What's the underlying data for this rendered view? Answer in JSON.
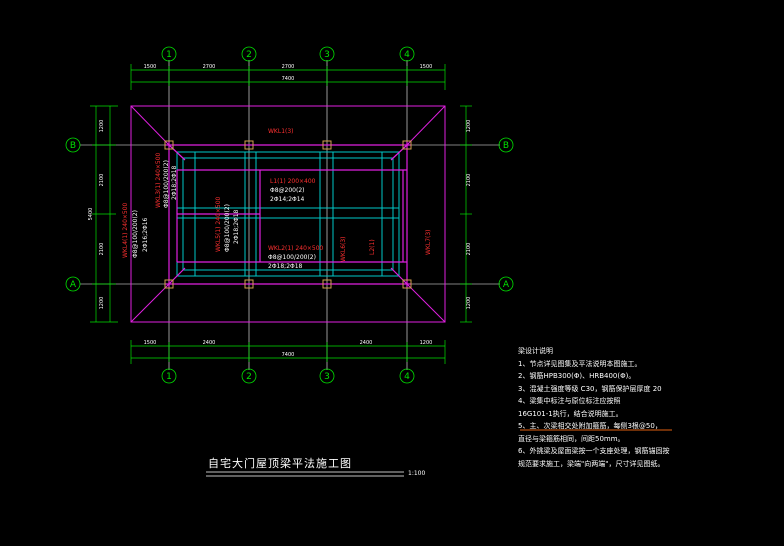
{
  "drawing": {
    "title": "自宅大门屋顶梁平法施工图",
    "scale": "1:100"
  },
  "axes": {
    "numbers": [
      "1",
      "2",
      "3",
      "4"
    ],
    "letters": [
      "A",
      "B"
    ]
  },
  "dimensions": {
    "top": [
      "1500",
      "2700",
      "2700",
      "1500"
    ],
    "top_total": "7400",
    "bottom": [
      "1500",
      "2400",
      "2400",
      "1200"
    ],
    "bottom_total": "7400",
    "left": [
      "1200",
      "2100",
      "2100",
      "1200"
    ],
    "left_total": "5400",
    "right": [
      "1200",
      "2100",
      "2100",
      "1200"
    ]
  },
  "beam_labels": {
    "wkl1": "WKL1(3)",
    "l1_top": "L1(1) 200×400",
    "l1_stirrup": "Φ8@200(2)",
    "l1_bars": "2Φ14;2Φ14",
    "wkl2": "WKL2(1) 240×500",
    "wkl2_stirrup": "Φ8@100/200(2)",
    "wkl2_bars": "2Φ18;2Φ18",
    "vert1": "WKL3(1) 240×500",
    "vert1_stirrup": "Φ8@100/200(2)",
    "vert1_bars": "2Φ18;2Φ18",
    "vert2": "WKL4(1) 240×500",
    "vert2_stirrup": "Φ8@100/200(2)",
    "vert2_bars": "2Φ16;2Φ16",
    "vert3": "WKL5(1) 240×500",
    "vert3_stirrup": "Φ8@100/200(2)",
    "vert3_bars": "2Φ18;2Φ18",
    "small1": "WKL6(3)",
    "small2": "L2(1)",
    "small3": "WKL7(3)"
  },
  "notes": [
    "梁设计说明",
    "1、节点详见图集及平法说明本图施工。",
    "2、钢筋HPB300(Φ)、HRB400(Φ)。",
    "3、混凝土强度等级 C30，钢筋保护层厚度 20",
    "4、梁集中标注与原位标注应按照",
    "16G101-1执行，结合说明施工。",
    "5、主、次梁相交处附加箍筋，每侧3根@50，",
    "直径与梁箍筋相同，间距50mm。",
    "6、外挑梁及屋面梁按一个支座处理，钢筋锚固按",
    "规范要求施工，梁端\"向两端\"，尺寸详见图纸。"
  ],
  "colors": {
    "beam": "#e020e0",
    "grid": "#00c8c8",
    "dim": "#00e000",
    "text_red": "#ff3030",
    "column": "#d2a050",
    "white": "#ffffff"
  }
}
